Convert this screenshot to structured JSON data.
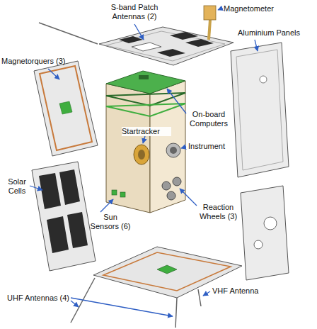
{
  "diagram": {
    "labels": [
      "S-band Patch Antennas (2)",
      "Magnetometer",
      "Magnetorquers (3)",
      "Aluminium Panels",
      "On-board Computers",
      "Startracker",
      "Instrument",
      "Solar Cells",
      "Sun Sensors (6)",
      "Reaction Wheels (3)",
      "VHF Antenna",
      "UHF Antennas (4)"
    ]
  }
}
